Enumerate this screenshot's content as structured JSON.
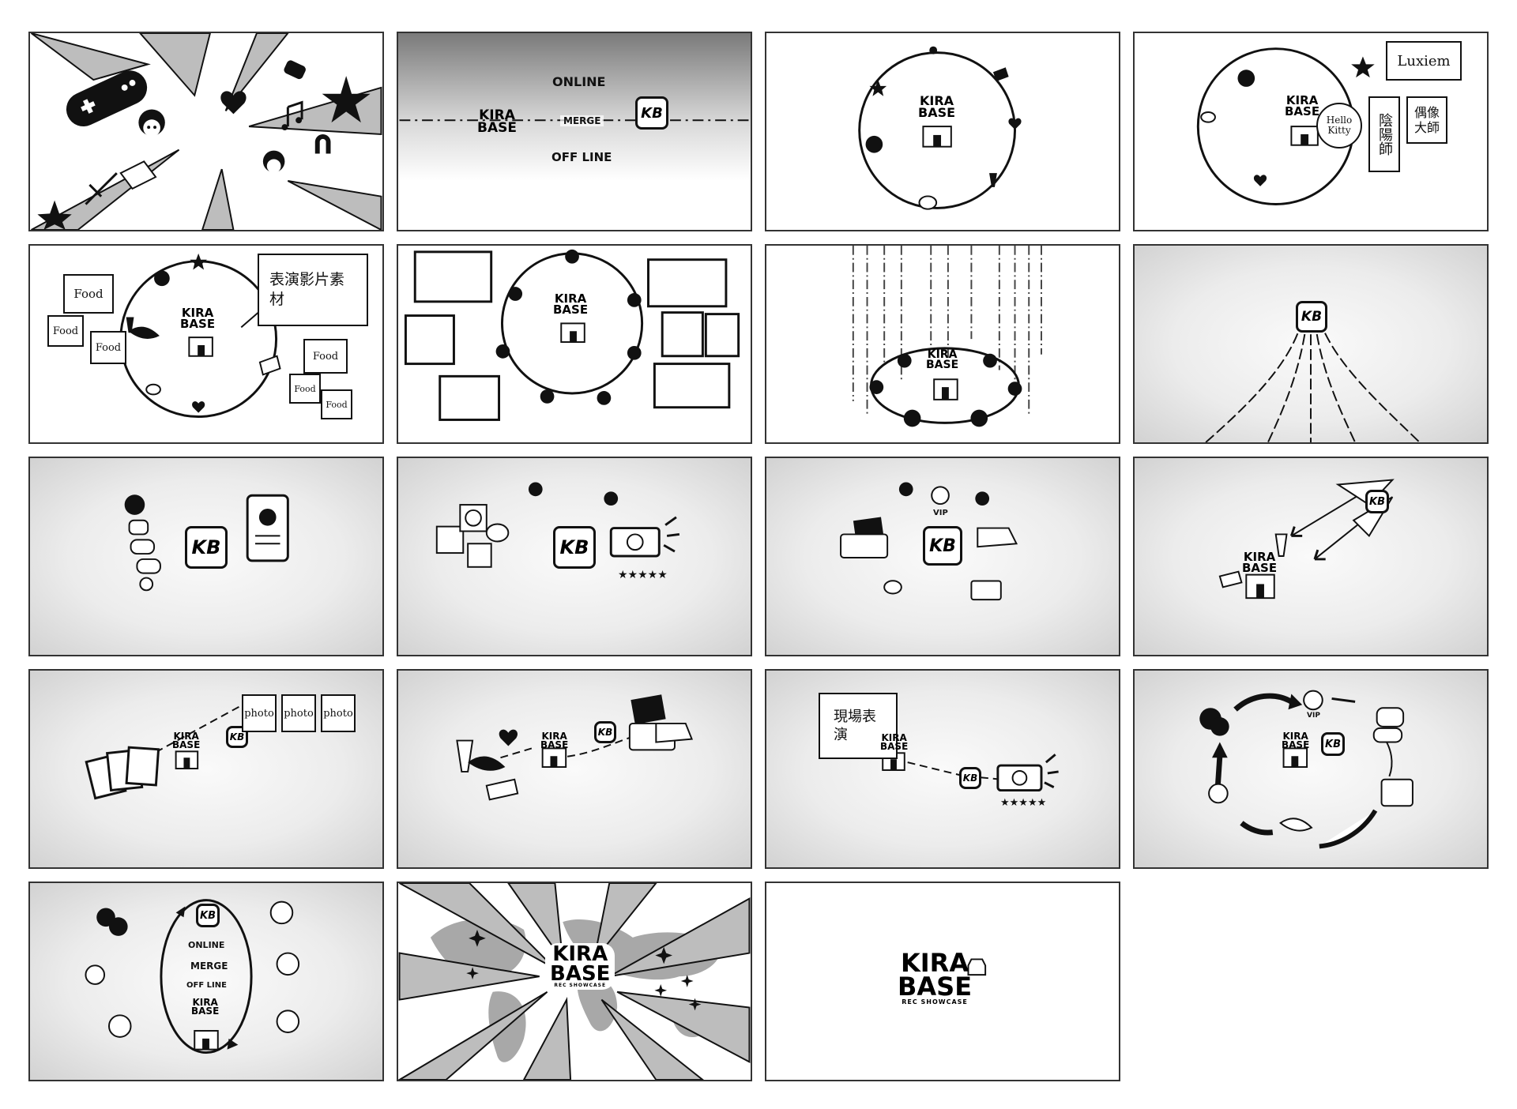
{
  "frame2": {
    "online": "ONLINE",
    "merge": "MERGE",
    "offline": "OFF LINE"
  },
  "logo": {
    "line1": "KIRA",
    "line2": "BASE",
    "sub": "REC SHOWCASE",
    "mark": "KB"
  },
  "frame4": {
    "brand": "Luxiem",
    "hello": "Hello Kitty",
    "v1": "陰陽師",
    "v2": "偶像大師"
  },
  "frame5": {
    "note": "表演影片素材",
    "food": "Food"
  },
  "frame13": {
    "photo": "photo"
  },
  "frame15": {
    "note": "現場表演"
  },
  "frame16": {
    "vip": "VIP"
  },
  "frame17": {
    "online": "ONLINE",
    "merge": "MERGE",
    "offline": "OFF LINE"
  },
  "ratings": {
    "stars": "★★★★★"
  },
  "colors": {
    "ink": "#111111",
    "paper": "#ffffff",
    "gray": "#bdbdbd",
    "swirl": "#e6e6e6"
  }
}
